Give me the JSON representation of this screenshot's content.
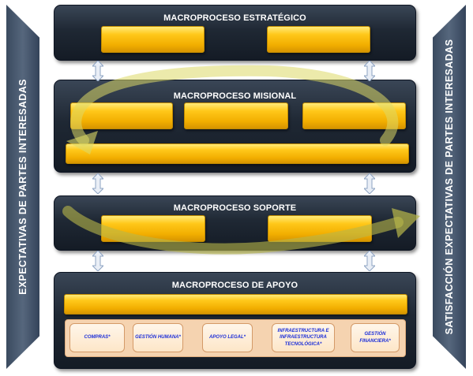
{
  "left_label": "EXPECTATIVAS DE PARTES  INTERESADAS",
  "right_label": "SATISFACCIÓN EXPECTATIVAS DE PARTES  INTERESADAS",
  "panels": {
    "estrategico": {
      "title": "MACROPROCESO ESTRATÉGICO"
    },
    "misional": {
      "title": "MACROPROCESO MISIONAL"
    },
    "soporte": {
      "title": "MACROPROCESO SOPORTE"
    },
    "apoyo": {
      "title": "MACROPROCESO DE APOYO",
      "items": [
        "COMPRAS*",
        "GESTIÓN HUMANA*",
        "APOYO LEGAL*",
        "INFRAESTRUCTURA  E INFRAESTRUCTURA TECNOLÓGICA*",
        "GESTIÓN FINANCIERA*"
      ]
    }
  },
  "colors": {
    "panel": "#1f2834",
    "bar": "#ffc81a",
    "side_arrow": "#46566b",
    "item_text": "#1a2dd8",
    "support_strip": "#f5d3b0",
    "cycle_arrow": "#d9d56a"
  }
}
